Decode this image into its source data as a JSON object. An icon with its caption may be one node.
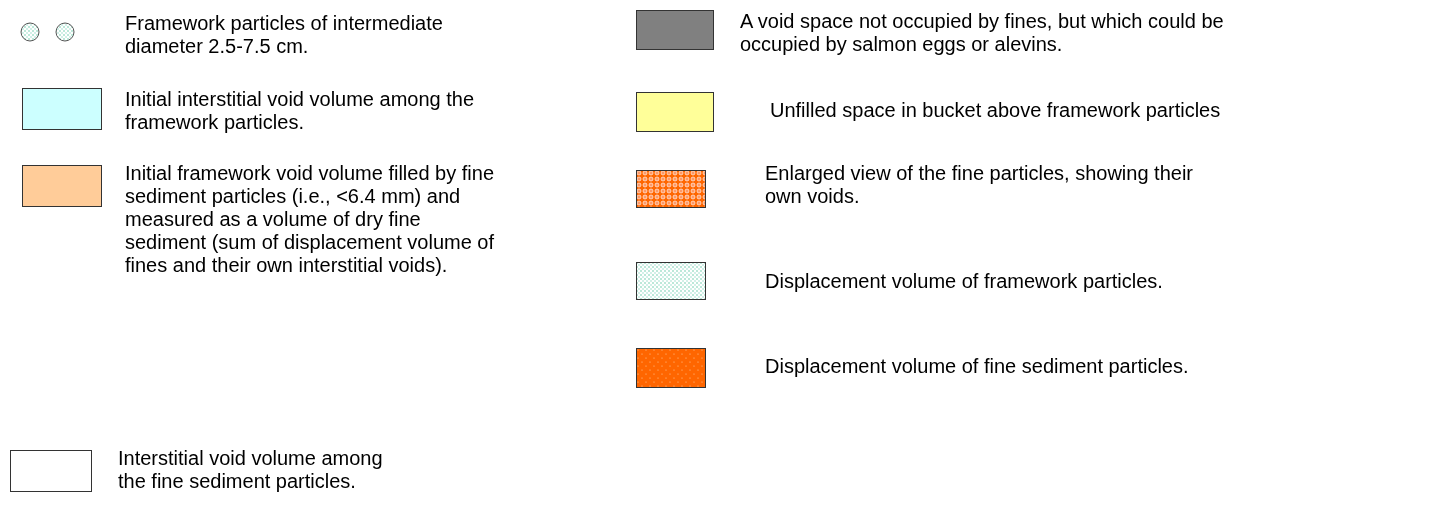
{
  "diagram": {
    "legend": [
      {
        "text": "Framework particles of intermediate diameter 2.5-7.5 cm."
      },
      {
        "text": "Initial interstitial void volume among the framework particles.",
        "color": "#ccffff"
      },
      {
        "text": "Initial framework void volume filled by fine sediment particles (i.e., <6.4 mm) and measured as a volume of dry fine sediment (sum of displacement volume of fines and their own interstitial voids).",
        "color": "#ffcc99"
      },
      {
        "text": "Interstitial void volume among the fine sediment particles."
      },
      {
        "text": "A void space not occupied by fines, but which could be occupied by salmon eggs or alevins.",
        "color": "#808080"
      },
      {
        "text": "Unfilled space in bucket above framework particles",
        "color": "#ffff99"
      },
      {
        "text": "Enlarged view of the fine particles, showing their own voids."
      },
      {
        "text": "Displacement volume of framework particles."
      },
      {
        "text": "Displacement volume of fine sediment particles."
      }
    ]
  }
}
